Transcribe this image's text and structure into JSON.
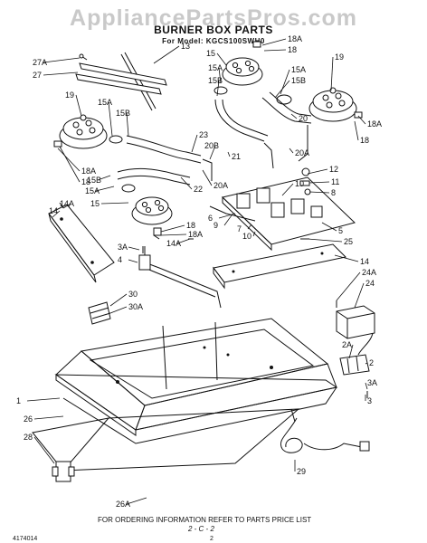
{
  "watermark": "AppliancePartsPros.com",
  "title": "BURNER BOX PARTS",
  "model_line": "For Model: KGCS100SWH0",
  "footer": {
    "instruction": "FOR ORDERING INFORMATION REFER TO PARTS PRICE LIST",
    "doc_number": "4174014",
    "page_number": "2",
    "page_code": "2 - C - 2"
  },
  "callouts": [
    "27A",
    "27",
    "13",
    "15",
    "18A",
    "18",
    "15A",
    "15B",
    "15A",
    "15B",
    "19",
    "19",
    "15A",
    "15B",
    "20",
    "18A",
    "18",
    "18A",
    "18",
    "23",
    "20B",
    "21",
    "20A",
    "12",
    "11",
    "8",
    "10",
    "15B",
    "15A",
    "15",
    "22",
    "20A",
    "9",
    "6",
    "7",
    "10",
    "5",
    "25",
    "14A",
    "14",
    "18",
    "18A",
    "3A",
    "4",
    "14A",
    "14",
    "24A",
    "24",
    "30",
    "30A",
    "2A",
    "2",
    "3A",
    "3",
    "1",
    "26",
    "28",
    "29",
    "26A"
  ]
}
